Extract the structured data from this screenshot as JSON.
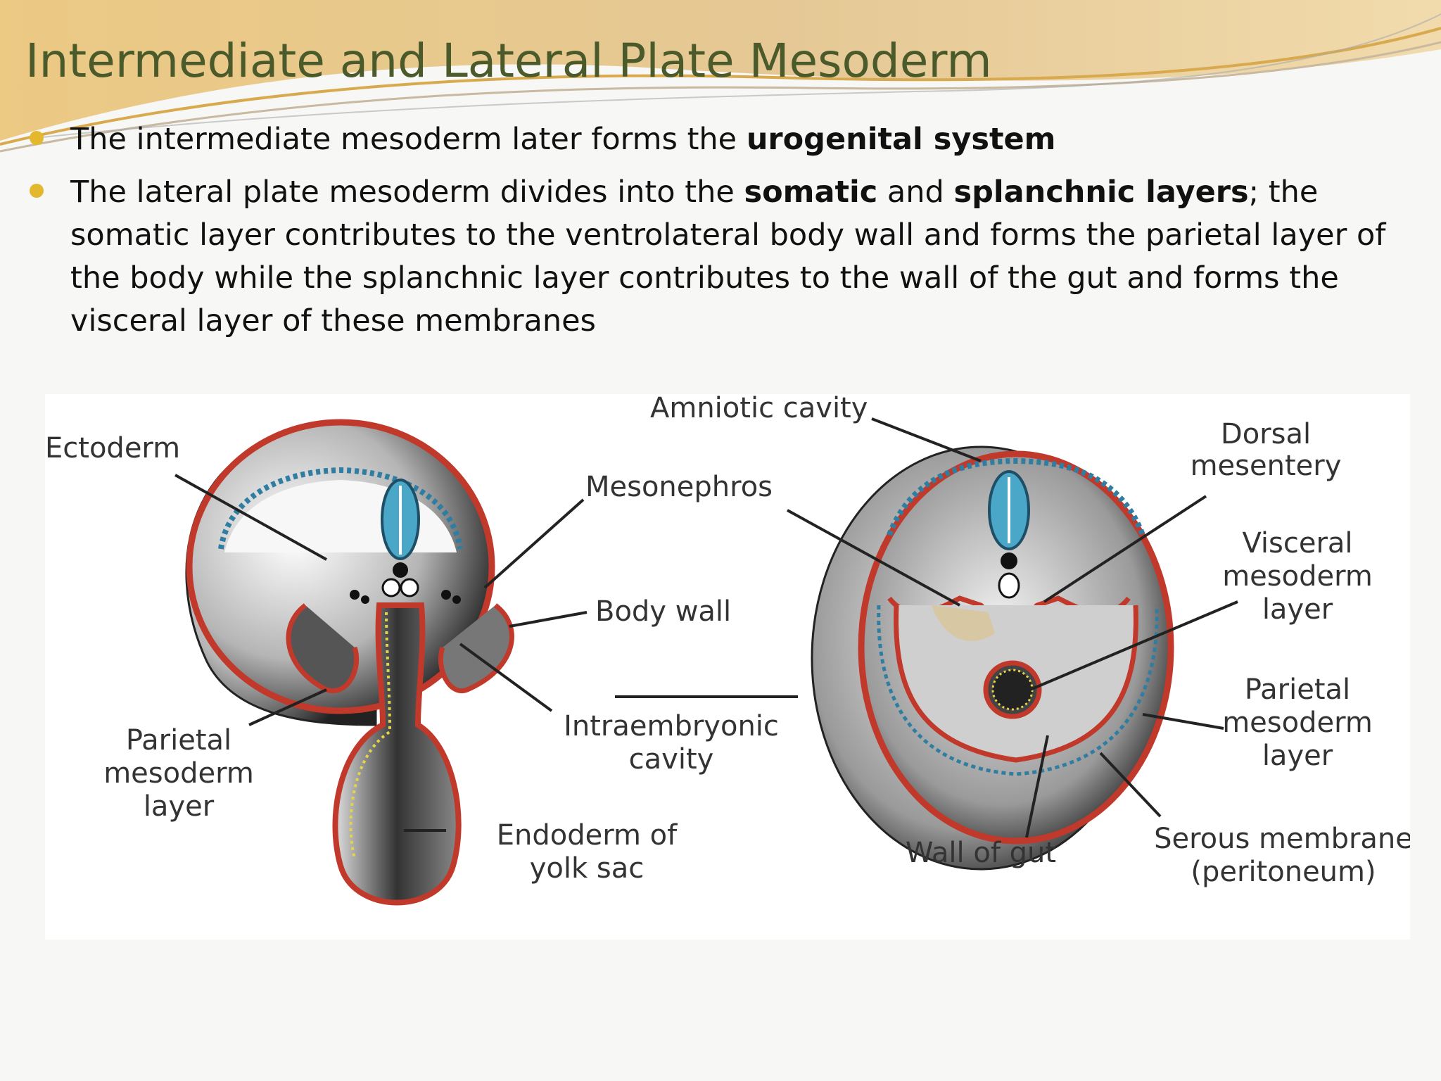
{
  "title": "Intermediate and Lateral Plate Mesoderm",
  "bullets": [
    {
      "parts": [
        {
          "text": "The intermediate mesoderm later forms the ",
          "bold": false
        },
        {
          "text": "urogenital system",
          "bold": true
        }
      ]
    },
    {
      "parts": [
        {
          "text": "The lateral plate mesoderm divides into the ",
          "bold": false
        },
        {
          "text": "somatic",
          "bold": true
        },
        {
          "text": " and ",
          "bold": false
        },
        {
          "text": "splanchnic layers",
          "bold": true
        },
        {
          "text": "; the somatic layer contributes to the ventrolateral body wall and forms the parietal layer of the body while the splanchnic layer contributes to the wall of the gut and forms the visceral layer of these membranes",
          "bold": false
        }
      ]
    }
  ],
  "colors": {
    "title": "#4a5a2a",
    "bullet": "#e3b72e",
    "header_gold": "#e9c27a",
    "mesoderm_red": "#c0392b",
    "ectoderm_blue": "#2f7ea1"
  },
  "figure": {
    "labels_left": {
      "ectoderm": "Ectoderm",
      "mesonephros": "Mesonephros",
      "body_wall": "Body wall",
      "intraembryonic_1": "Intraembryonic",
      "intraembryonic_2": "cavity",
      "parietal_1": "Parietal",
      "parietal_2": "mesoderm",
      "parietal_3": "layer",
      "endoderm_1": "Endoderm of",
      "endoderm_2": "yolk sac"
    },
    "labels_right": {
      "amniotic": "Amniotic cavity",
      "dorsal_1": "Dorsal",
      "dorsal_2": "mesentery",
      "visceral_1": "Visceral",
      "visceral_2": "mesoderm",
      "visceral_3": "layer",
      "parietal_1": "Parietal",
      "parietal_2": "mesoderm",
      "parietal_3": "layer",
      "wall_gut": "Wall of gut",
      "serous_1": "Serous membrane",
      "serous_2": "(peritoneum)"
    }
  }
}
